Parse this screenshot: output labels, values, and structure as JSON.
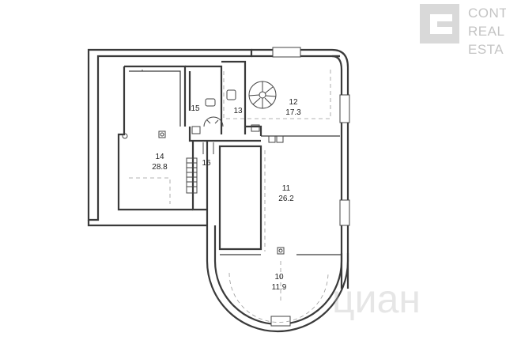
{
  "rooms": [
    {
      "id": "14",
      "area": "28.8"
    },
    {
      "id": "15",
      "area": ""
    },
    {
      "id": "16",
      "area": ""
    },
    {
      "id": "13",
      "area": ""
    },
    {
      "id": "12",
      "area": "17.3"
    },
    {
      "id": "11",
      "area": "26.2"
    },
    {
      "id": "10",
      "area": "11.9"
    }
  ],
  "logo": {
    "line1": "CONT",
    "line2": "REAL",
    "line3": "ESTA"
  },
  "watermark": {
    "text": "циан"
  }
}
